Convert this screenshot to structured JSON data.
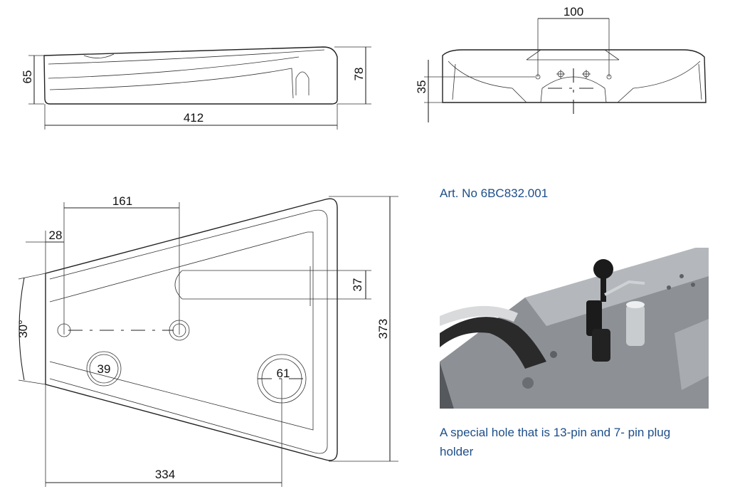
{
  "dimensions": {
    "side_height_left": "65",
    "side_length": "412",
    "side_height_right": "78",
    "front_width": "100",
    "front_height": "35",
    "top_offset": "161",
    "top_edge_offset": "28",
    "top_slot_width": "37",
    "top_angle": "30°",
    "top_depth": "373",
    "hole_small": "39",
    "hole_large": "61",
    "top_length": "334"
  },
  "article_number": "Art. No 6BC832.001",
  "caption": "A special hole that is 13-pin and 7- pin plug holder",
  "colors": {
    "text_blue": "#1d4e89",
    "line": "#222222",
    "metal": "#9a9ea3",
    "plug_black": "#1b1b1b"
  }
}
